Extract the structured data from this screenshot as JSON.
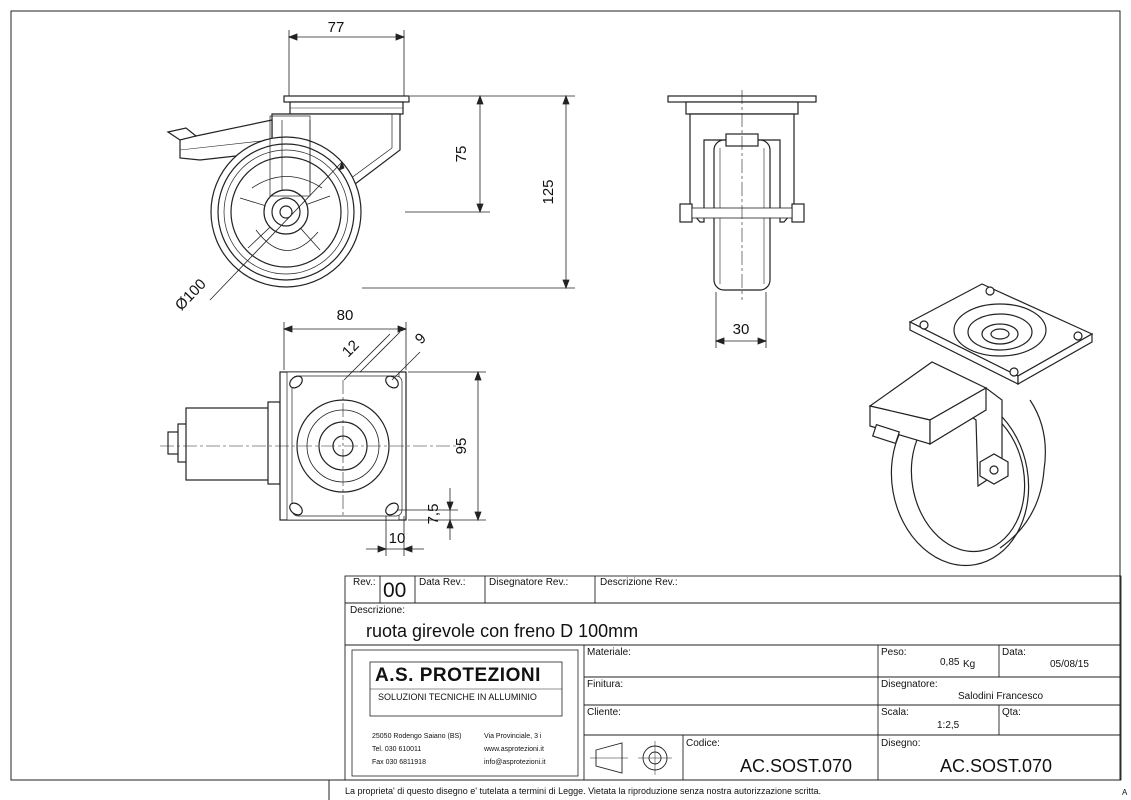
{
  "dimensions": {
    "width_top": "77",
    "height_75": "75",
    "height_125": "125",
    "diameter": "Ø100",
    "wheel_width": "30",
    "plate_width": "80",
    "slot_12": "12",
    "slot_9": "9",
    "hole_spacing": "95",
    "edge_7_5": "7,5",
    "edge_10": "10"
  },
  "title_block": {
    "rev_label": "Rev.:",
    "rev_value": "00",
    "data_rev_label": "Data Rev.:",
    "disegnatore_rev_label": "Disegnatore Rev.:",
    "descrizione_rev_label": "Descrizione Rev.:",
    "descrizione_label": "Descrizione:",
    "descrizione_value": "ruota girevole con freno D 100mm",
    "materiale_label": "Materiale:",
    "finitura_label": "Finitura:",
    "cliente_label": "Cliente:",
    "codice_label": "Codice:",
    "codice_value": "AC.SOST.070",
    "peso_label": "Peso:",
    "peso_value": "0,85",
    "peso_unit": "Kg",
    "data_label": "Data:",
    "data_value": "05/08/15",
    "disegnatore_label": "Disegnatore:",
    "disegnatore_value": "Salodini Francesco",
    "scala_label": "Scala:",
    "scala_value": "1:2,5",
    "qta_label": "Qta:",
    "disegno_label": "Disegno:",
    "disegno_value": "AC.SOST.070"
  },
  "company": {
    "name": "A.S. PROTEZIONI",
    "tagline": "SOLUZIONI TECNICHE IN ALLUMINIO",
    "address_left_1": "25050 Rodengo Saiano (BS)",
    "address_left_2": "Tel.  030 610011",
    "address_left_3": "Fax  030 6811918",
    "address_right_1": "Via Provinciale, 3 i",
    "address_right_2": "www.asprotezioni.it",
    "address_right_3": "info@asprotezioni.it"
  },
  "footer": {
    "notice": "La proprieta' di questo disegno e' tutelata a termini di Legge.  Vietata la riproduzione senza nostra autorizzazione scritta.",
    "sheet_letter": "A"
  }
}
